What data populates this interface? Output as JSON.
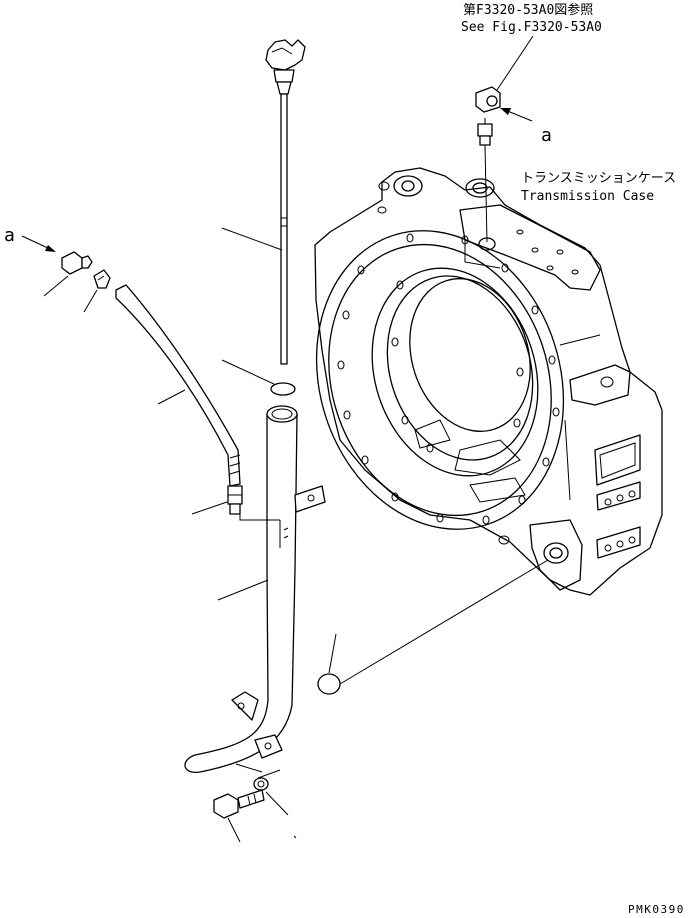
{
  "references": {
    "see_fig_jp": "第F3320-53A0図参照",
    "see_fig_en": "See Fig.F3320-53A0"
  },
  "part_label": {
    "jp": "トランスミッションケース",
    "en": "Transmission Case"
  },
  "connection_marks": {
    "right": "a",
    "left": "a"
  },
  "drawing_code": "PMK0390"
}
